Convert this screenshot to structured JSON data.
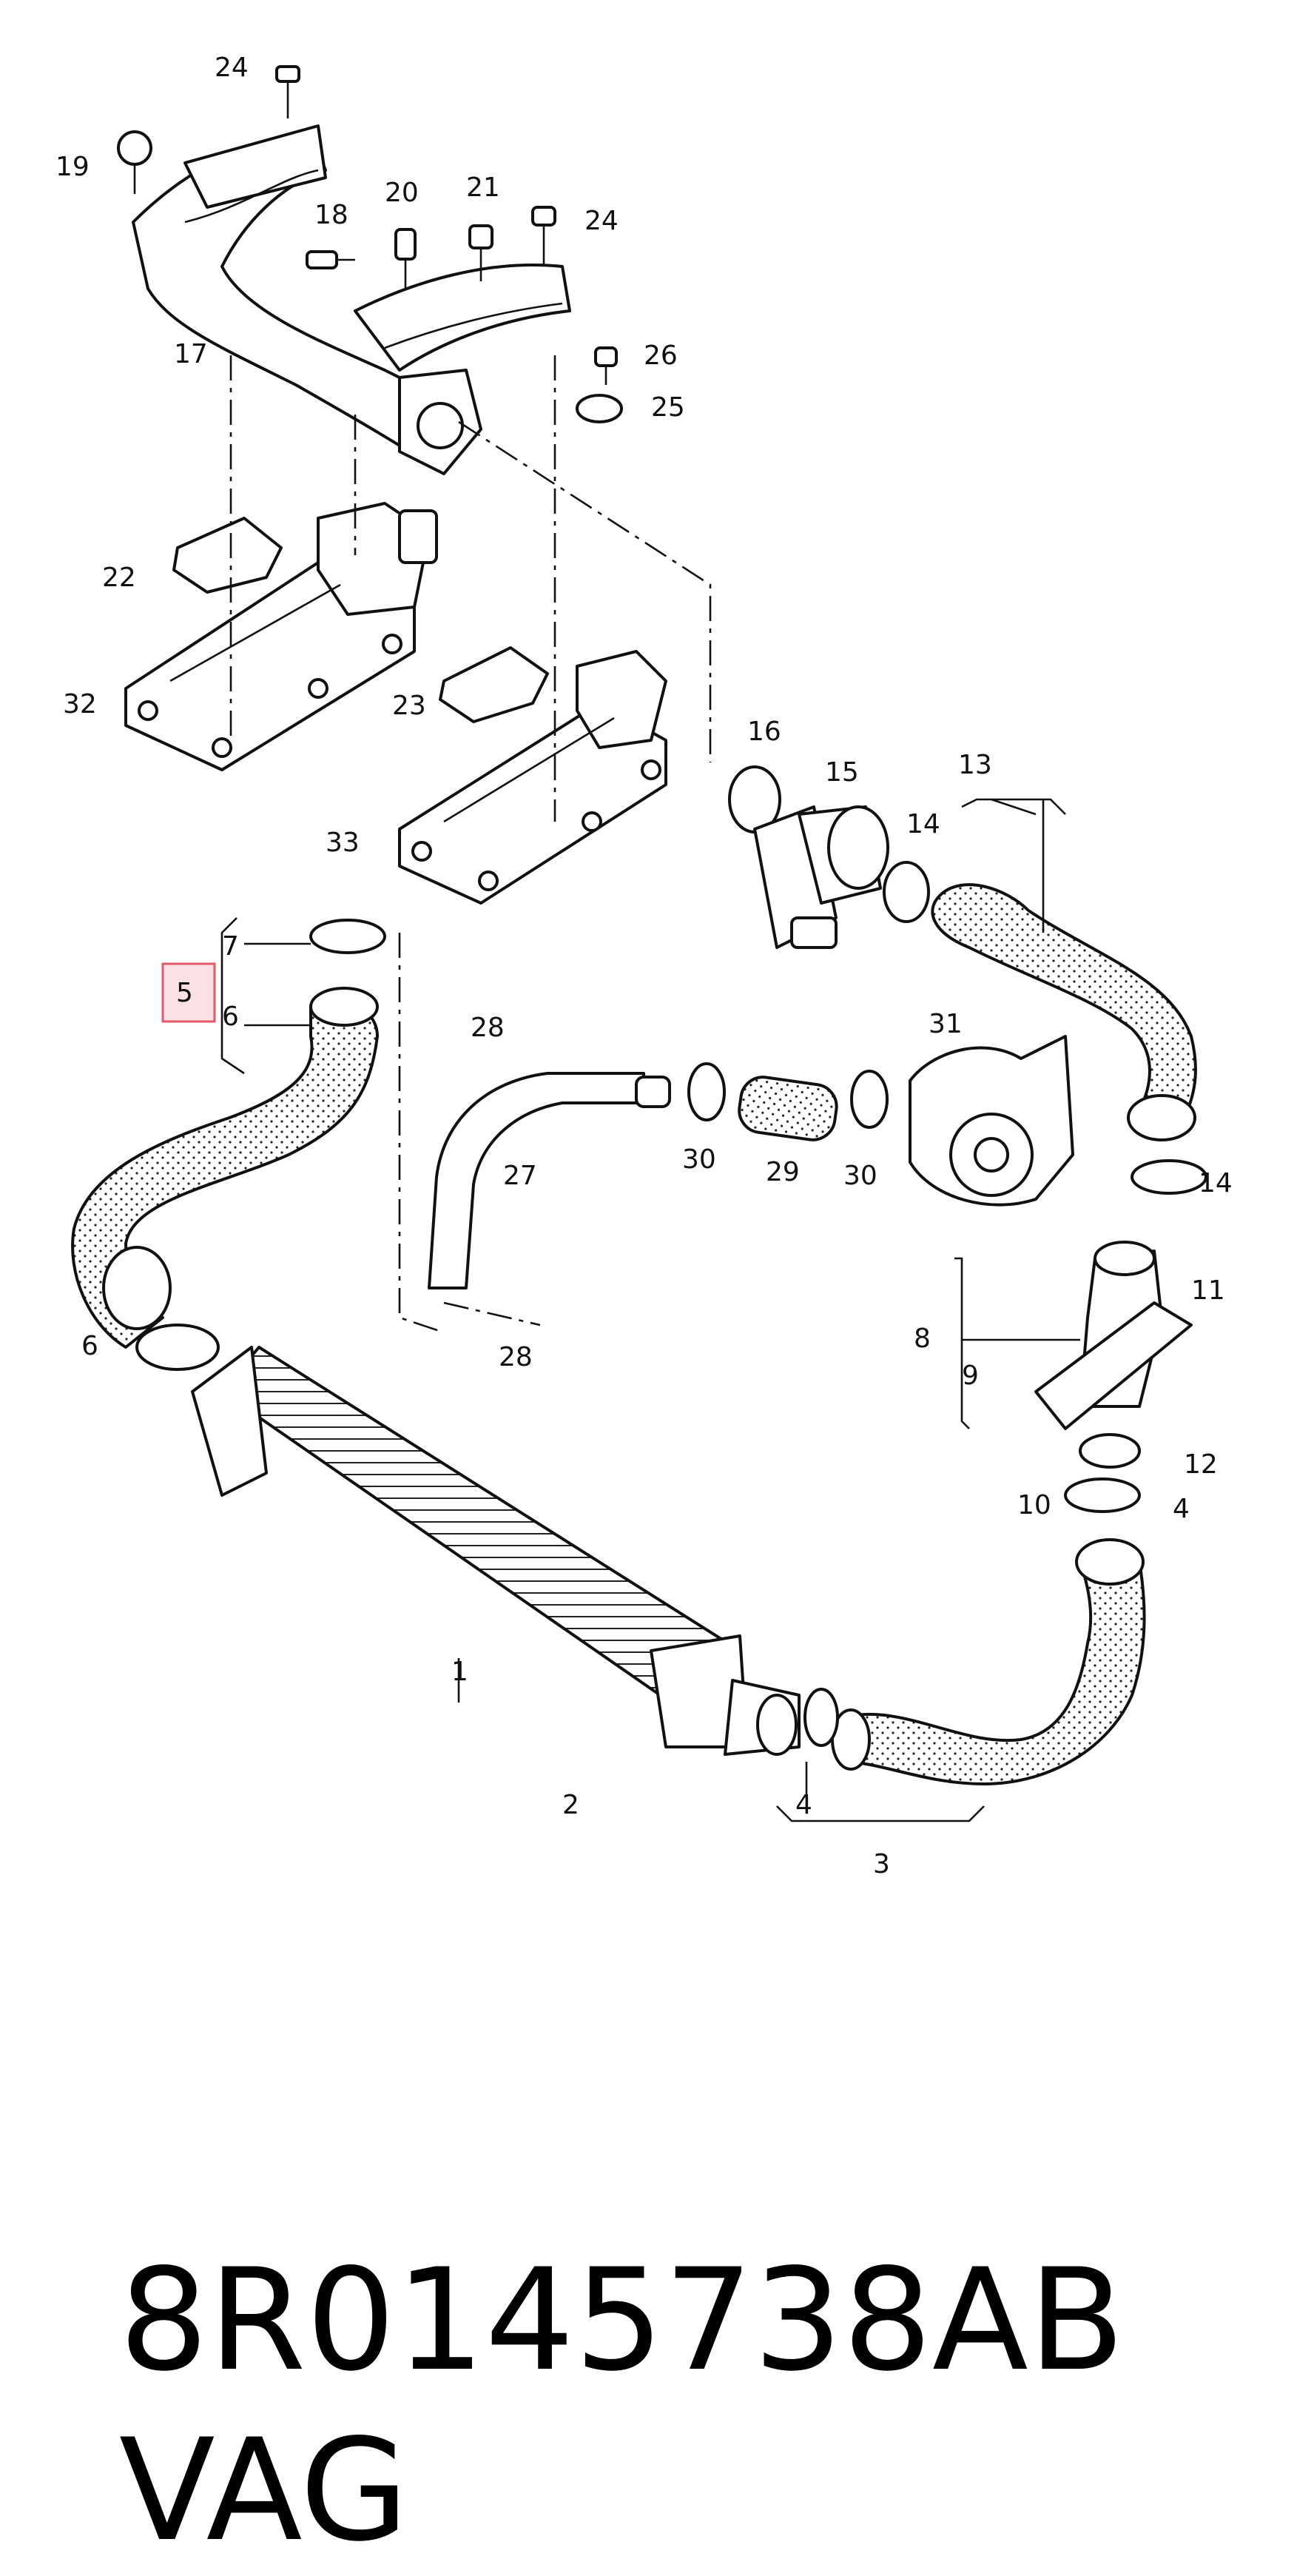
{
  "callouts": [
    {
      "id": "1",
      "label": "1"
    },
    {
      "id": "2",
      "label": "2"
    },
    {
      "id": "3",
      "label": "3"
    },
    {
      "id": "4a",
      "label": "4"
    },
    {
      "id": "4b",
      "label": "4"
    },
    {
      "id": "5",
      "label": "5"
    },
    {
      "id": "6a",
      "label": "6"
    },
    {
      "id": "6b",
      "label": "6"
    },
    {
      "id": "7",
      "label": "7"
    },
    {
      "id": "8",
      "label": "8"
    },
    {
      "id": "9",
      "label": "9"
    },
    {
      "id": "10",
      "label": "10"
    },
    {
      "id": "11",
      "label": "11"
    },
    {
      "id": "12",
      "label": "12"
    },
    {
      "id": "13",
      "label": "13"
    },
    {
      "id": "14a",
      "label": "14"
    },
    {
      "id": "14b",
      "label": "14"
    },
    {
      "id": "15",
      "label": "15"
    },
    {
      "id": "16",
      "label": "16"
    },
    {
      "id": "17",
      "label": "17"
    },
    {
      "id": "18",
      "label": "18"
    },
    {
      "id": "19",
      "label": "19"
    },
    {
      "id": "20",
      "label": "20"
    },
    {
      "id": "21",
      "label": "21"
    },
    {
      "id": "22",
      "label": "22"
    },
    {
      "id": "23",
      "label": "23"
    },
    {
      "id": "24a",
      "label": "24"
    },
    {
      "id": "24b",
      "label": "24"
    },
    {
      "id": "25",
      "label": "25"
    },
    {
      "id": "26",
      "label": "26"
    },
    {
      "id": "27",
      "label": "27"
    },
    {
      "id": "28a",
      "label": "28"
    },
    {
      "id": "28b",
      "label": "28"
    },
    {
      "id": "29",
      "label": "29"
    },
    {
      "id": "30a",
      "label": "30"
    },
    {
      "id": "30b",
      "label": "30"
    },
    {
      "id": "31",
      "label": "31"
    },
    {
      "id": "32",
      "label": "32"
    },
    {
      "id": "33",
      "label": "33"
    }
  ],
  "highlight": {
    "label": "5",
    "color": "#e05a6a"
  },
  "caption": {
    "part_number": "8R0145738AB",
    "brand": "VAG"
  }
}
